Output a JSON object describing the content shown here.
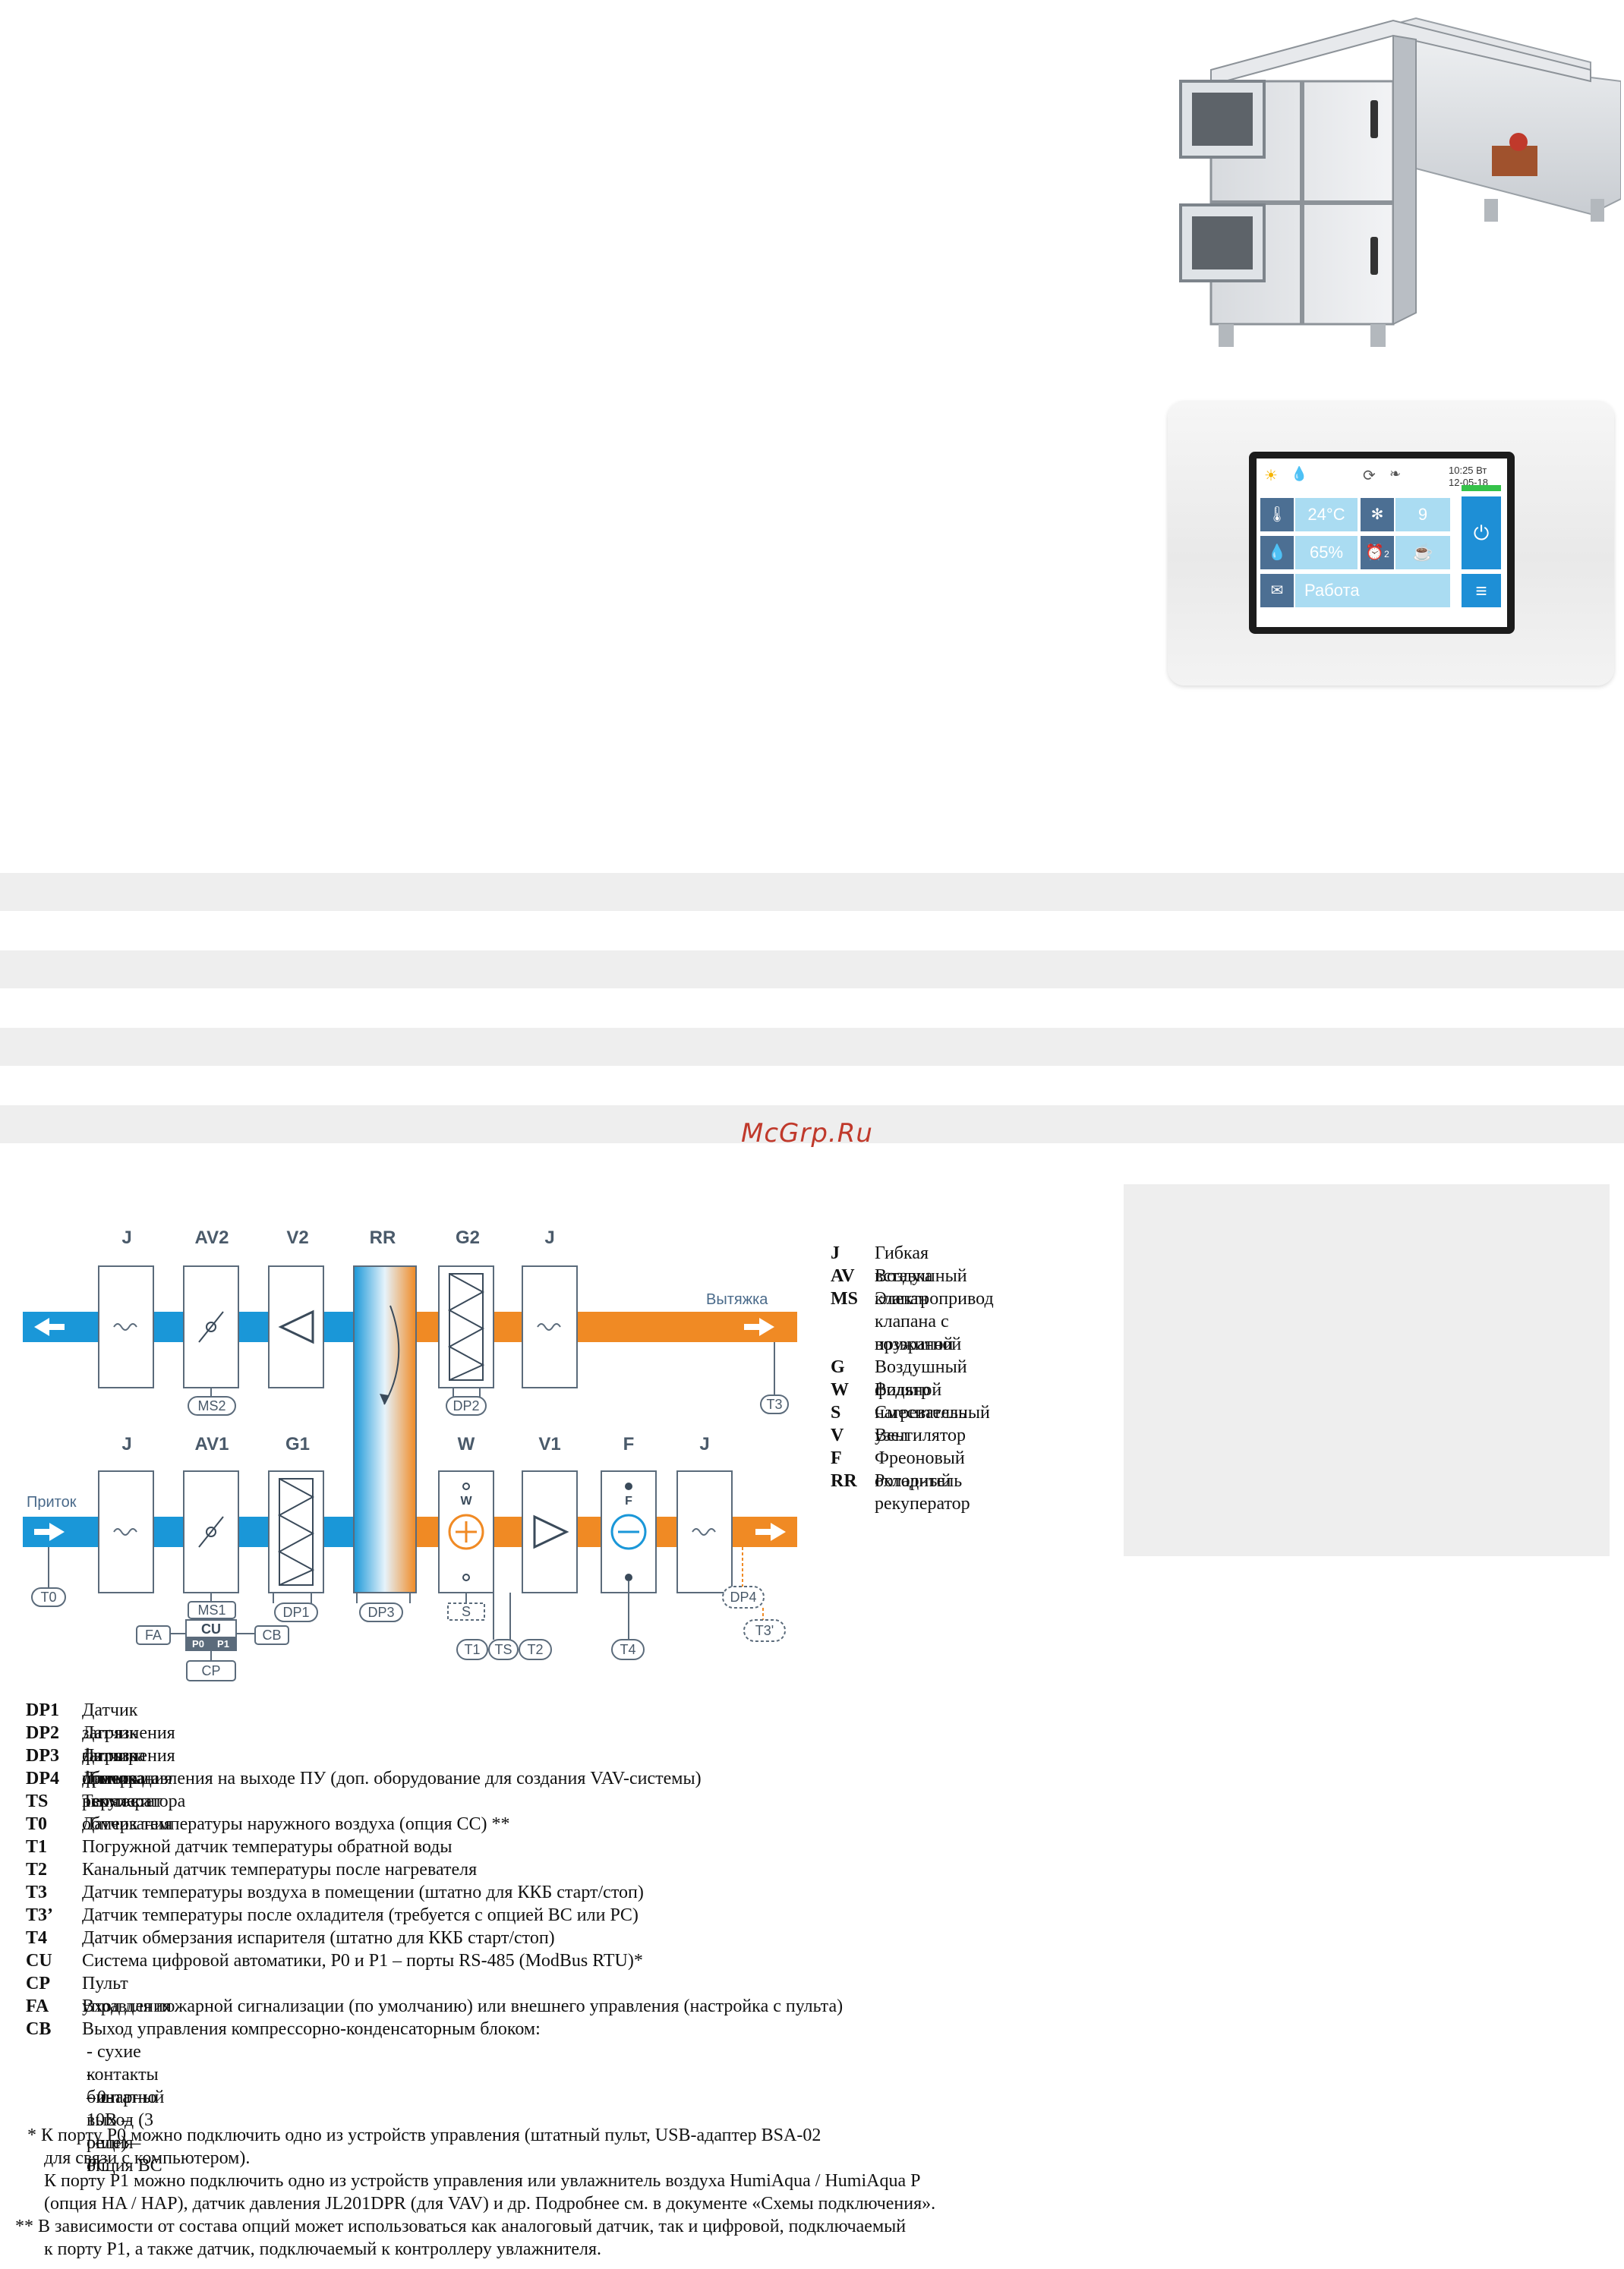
{
  "watermark": "McGrp.Ru",
  "panel": {
    "time": "10:25 Вт",
    "date": "12-05-18",
    "temp": "24°C",
    "fan_speed": "9",
    "humidity": "65%",
    "timer_sub": "2",
    "status": "Работа"
  },
  "diagram": {
    "top_labels": [
      "J",
      "AV2",
      "V2",
      "RR",
      "G2",
      "J"
    ],
    "bottom_labels": [
      "J",
      "AV1",
      "G1",
      "W",
      "V1",
      "F",
      "J"
    ],
    "exhaust_label": "Вытяжка",
    "supply_label": "Приток",
    "tags": {
      "ms2": "MS2",
      "dp2": "DP2",
      "t3": "T3",
      "t0": "T0",
      "ms1": "MS1",
      "dp1": "DP1",
      "dp3": "DP3",
      "s": "S",
      "t1": "T1",
      "ts": "TS",
      "t2": "T2",
      "t4": "T4",
      "dp4": "DP4",
      "t3p": "T3'",
      "fa": "FA",
      "cu": "CU",
      "cb": "CB",
      "p0": "P0",
      "p1": "P1",
      "cp": "CP",
      "w_in": "W",
      "f_in": "F"
    }
  },
  "component_legend": [
    {
      "code": "J",
      "desc": "Гибкая вставка"
    },
    {
      "code": "AV",
      "desc": "Воздушный клапан"
    },
    {
      "code": "MS",
      "desc": "Электропривод"
    },
    {
      "code": "",
      "desc": "клапана с возвратной"
    },
    {
      "code": "",
      "desc": "пружиной"
    },
    {
      "code": "G",
      "desc": "Воздушный фильтр"
    },
    {
      "code": "W",
      "desc": "Водяной нагреватель"
    },
    {
      "code": "S",
      "desc": "Смесительный узел"
    },
    {
      "code": "V",
      "desc": "Вентилятор"
    },
    {
      "code": "F",
      "desc": "Фреоновый охладитель"
    },
    {
      "code": "RR",
      "desc": "Роторный рекуператор"
    }
  ],
  "sensor_legend": [
    {
      "code": "DP1",
      "desc": "Датчик загрязнения фильтра притока"
    },
    {
      "code": "DP2",
      "desc": "Датчик загрязнения фильтра вытяжки"
    },
    {
      "code": "DP3",
      "desc": "Датчик обмерзания рекуператора"
    },
    {
      "code": "DP4",
      "desc": "Датчик давления на выходе ПУ (доп. оборудование для создания VAV-системы)"
    },
    {
      "code": "TS",
      "desc": "Термостат обмерзания"
    },
    {
      "code": "T0",
      "desc": "Датчик температуры наружного воздуха (опция CC) **"
    },
    {
      "code": "T1",
      "desc": "Погружной датчик температуры обратной воды"
    },
    {
      "code": "T2",
      "desc": "Канальный датчик температуры после нагревателя"
    },
    {
      "code": "T3",
      "desc": "Датчик температуры воздуха в помещении (штатно для ККБ старт/стоп)"
    },
    {
      "code": "T3’",
      "desc": "Датчик температуры после охладителя (требуется с опцией BC или PC)"
    },
    {
      "code": "T4",
      "desc": "Датчик обмерзания испарителя (штатно для ККБ старт/стоп)"
    },
    {
      "code": "CU",
      "desc": "Система цифровой автоматики, P0 и P1 – порты RS-485 (ModBus RTU)*"
    },
    {
      "code": "CP",
      "desc": "Пульт управления"
    },
    {
      "code": "FA",
      "desc": "Вход для пожарной сигнализации (по умолчанию) или внешнего управления (настройка с пульта)"
    },
    {
      "code": "CB",
      "desc": "Выход управления компрессорно-конденсаторным блоком:"
    }
  ],
  "cb_options": [
    "- сухие контакты – штатно",
    "- бинарный выход (3 реле) – опция BC",
    "- 0-10В – опция PC"
  ],
  "footnotes": [
    "* К порту P0 можно подключить одно из устройств управления (штатный пульт, USB-адаптер BSA-02",
    "для связи с компьютером).",
    "К порту P1 можно подключить одно из устройств управления или увлажнитель воздуха HumiAqua /  HumiAqua P",
    "(опция HA / HAP), датчик давления JL201DPR (для VAV) и др. Подробнее см. в документе «Схемы подключения».",
    "** В зависимости от состава опций может использоваться как аналоговый датчик, так и цифровой, подключаемый",
    "к порту P1, а также датчик, подключаемый к контроллеру увлажнителя."
  ],
  "colors": {
    "supply_blue": "#1a97d8",
    "exhaust_orange": "#f08a24",
    "icon_blue": "#4c6f93",
    "tile_blue": "#aadcf2",
    "power_blue": "#1e8fd6",
    "watermark": "#c0392b"
  }
}
